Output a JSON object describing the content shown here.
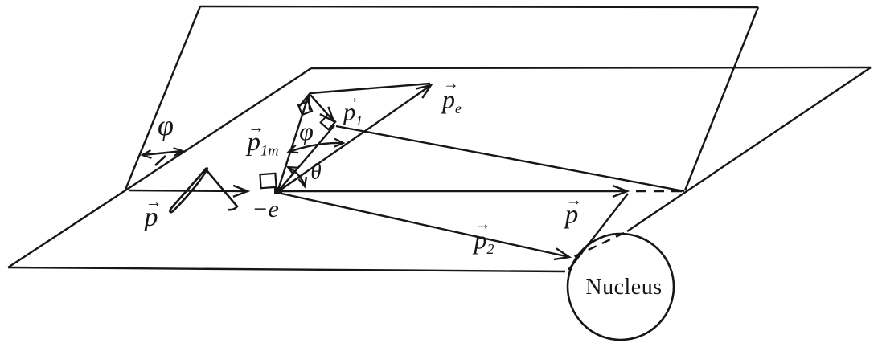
{
  "colors": {
    "ink": "#161616",
    "background": "#ffffff"
  },
  "glyphs": {
    "vector_arrow": "→"
  },
  "labels": {
    "phi_left": {
      "text": "φ"
    },
    "p_incident": {
      "base": "p"
    },
    "minus_e": {
      "text": "−e"
    },
    "p1m": {
      "base": "p",
      "sub": "1m"
    },
    "phi_scatter": {
      "text": "φ"
    },
    "theta": {
      "text": "θ"
    },
    "p1": {
      "base": "p",
      "sub": "1"
    },
    "pe": {
      "base": "p",
      "sub": "e"
    },
    "p2": {
      "base": "p",
      "sub": "2"
    },
    "p_right": {
      "base": "p"
    },
    "nucleus": {
      "text": "Nucleus"
    }
  }
}
